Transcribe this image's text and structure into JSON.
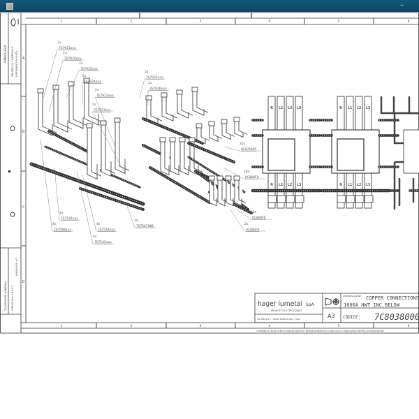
{
  "window": {
    "minimize_label": "–",
    "title_bar_color": "#0c4a6a"
  },
  "ruler": {
    "columns": [
      "1",
      "2",
      "3",
      "4",
      "5",
      "6"
    ],
    "rows": [
      "A",
      "B",
      "C",
      "D"
    ]
  },
  "left_column": {
    "symbol_header": "SIMBOLOGIA",
    "symbol_lines": [
      "GRUPPO DI CONTROLLO",
      "DIFFERENTI IN VISTA"
    ],
    "tolerance_header": "TOLLERANZE GENERALI",
    "tolerance_lines": [
      "LINEARI  fino a 6  ±0.2",
      "ANGOLARE ±1°"
    ]
  },
  "callouts": [
    {
      "qty": "2x",
      "code": "7G7921xxx"
    },
    {
      "qty": "2x",
      "code": "7G7926xxx"
    },
    {
      "qty": "2x",
      "code": "7G7925xxx"
    },
    {
      "qty": "2x",
      "code": "7G7924xxx"
    },
    {
      "qty": "2x",
      "code": "7G7922xxx"
    },
    {
      "qty": "2x",
      "code": "7G7923xxx"
    },
    {
      "qty": "2x",
      "code": "7G7921xxx"
    },
    {
      "qty": "2x",
      "code": "7G7926xxx"
    },
    {
      "qty": "4x",
      "code": "7G7541xxx"
    },
    {
      "qty": "4x",
      "code": "7G7540xxx"
    },
    {
      "qty": "4x",
      "code": "7G7543xxx"
    },
    {
      "qty": "4x",
      "code": "7G7542xxx"
    },
    {
      "qty": "8x",
      "code": "7G7567000"
    },
    {
      "qty": "32x",
      "code": "UC8358AP"
    },
    {
      "qty": "10x",
      "code": "UC000FU"
    },
    {
      "qty": "10x",
      "code": "UC600FU"
    },
    {
      "qty": "2x",
      "code": "UZ20GFR"
    }
  ],
  "phase_labels": [
    "N",
    "L1",
    "L2",
    "L3"
  ],
  "title_block": {
    "company": "hager lumetal",
    "company_suffix": "SpA",
    "subtitle": "PRODOTTI ELETTROTECNICI",
    "address": "VIA PIEVE 27 - 33080 PORCIA (PN) - ITALY",
    "denomination_label": "DENOMINAZIONE:",
    "title_line1": "COPPER CONNECTIONS",
    "title_line2": "1600A HWT INC.BELOW",
    "sheet_size": "A3",
    "code_label": "CODICE:",
    "code": "7C8038000"
  },
  "legal_notice": "A TERMINI DI LEGGE QUESTO DISEGNO NON PUO' ESSERE RIPRODOTTO O RESO NOTO A TERZI SENZA NOSTRA AUTORIZZAZIONE"
}
